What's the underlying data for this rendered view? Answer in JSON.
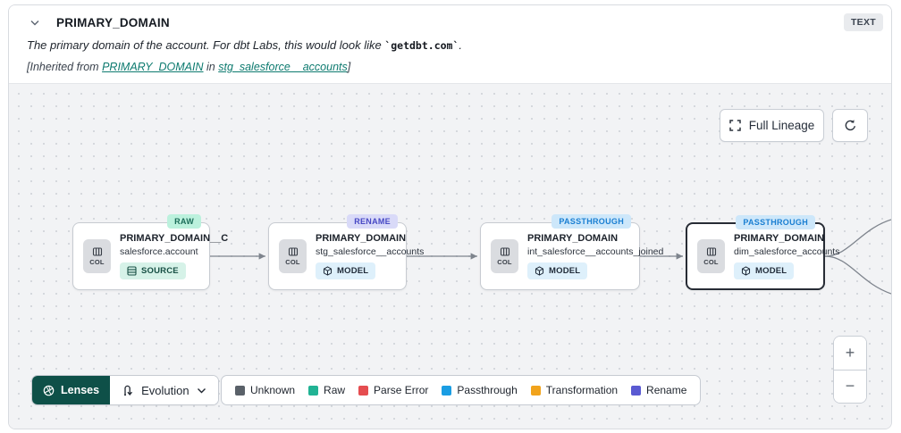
{
  "header": {
    "title": "PRIMARY_DOMAIN",
    "type_badge": "TEXT",
    "description_prefix": "The primary domain of the account. For dbt Labs, this would look like ",
    "description_code": "`getdbt.com`",
    "description_suffix": ".",
    "inherited_prefix": "[Inherited from ",
    "inherited_link_column": "PRIMARY_DOMAIN",
    "inherited_middle": " in ",
    "inherited_link_model": "stg_salesforce__accounts",
    "inherited_suffix": "]"
  },
  "toolbar": {
    "full_lineage_label": "Full Lineage"
  },
  "nodes": [
    {
      "badge": "RAW",
      "chip": "COL",
      "title": "PRIMARY_DOMAIN__C",
      "subtitle": "salesforce.account",
      "resource_type": "SOURCE"
    },
    {
      "badge": "RENAME",
      "chip": "COL",
      "title": "PRIMARY_DOMAIN",
      "subtitle": "stg_salesforce__accounts",
      "resource_type": "MODEL"
    },
    {
      "badge": "PASSTHROUGH",
      "chip": "COL",
      "title": "PRIMARY_DOMAIN",
      "subtitle": "int_salesforce__accounts_joined",
      "resource_type": "MODEL"
    },
    {
      "badge": "PASSTHROUGH",
      "chip": "COL",
      "title": "PRIMARY_DOMAIN",
      "subtitle": "dim_salesforce_accounts",
      "resource_type": "MODEL"
    }
  ],
  "footer": {
    "lenses_label": "Lenses",
    "lens_selected": "Evolution",
    "legend": [
      {
        "label": "Unknown",
        "color": "#5a6169"
      },
      {
        "label": "Raw",
        "color": "#21b394"
      },
      {
        "label": "Parse Error",
        "color": "#e54d50"
      },
      {
        "label": "Passthrough",
        "color": "#1a9de3"
      },
      {
        "label": "Transformation",
        "color": "#f1a31c"
      },
      {
        "label": "Rename",
        "color": "#5a5ad2"
      }
    ]
  },
  "zoom_controls": {
    "zoom_in": "+",
    "zoom_out": "−"
  }
}
